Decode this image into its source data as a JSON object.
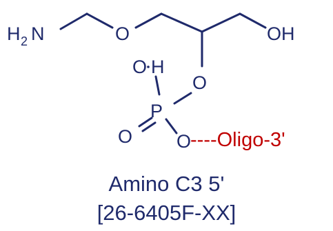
{
  "molecule": {
    "bond_color": "#1f2a6b",
    "atom_color": "#1f2a6b",
    "linker_color": "#c00000",
    "atoms": {
      "amine_h": "H",
      "amine_sub": "2",
      "amine_n": "N",
      "ether_o": "O",
      "hydroxyl": "OH",
      "ester_o": "O",
      "phosphate_oh_o": "O",
      "phosphate_oh_h": "H",
      "phosphorus": "P",
      "phosphoryl_o": "O",
      "bridge_o": "O"
    },
    "oligo_link": "----Oligo-3'"
  },
  "caption": {
    "name": "Amino C3 5'",
    "catalog": "[26-6405F-XX]"
  }
}
